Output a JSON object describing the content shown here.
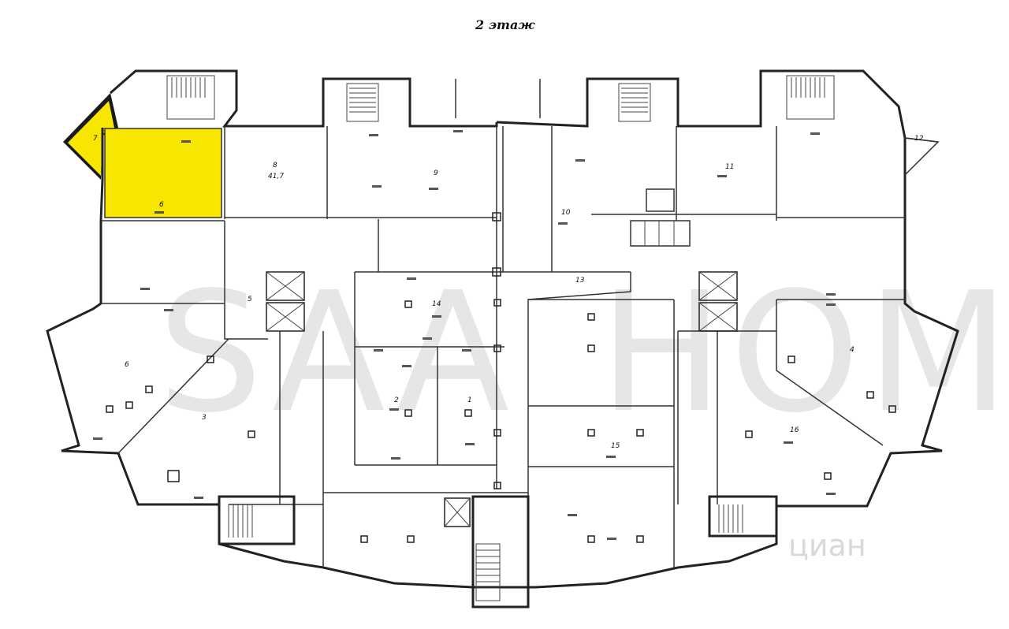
{
  "title": "2 этаж",
  "watermark": {
    "left": "SAA",
    "right": "HOME",
    "corner": "циан"
  },
  "highlight_color": "#f7e600",
  "rooms": [
    {
      "id": "r7",
      "number": "7",
      "area": ""
    },
    {
      "id": "r6top",
      "number": "6",
      "area": ""
    },
    {
      "id": "r8",
      "number": "8",
      "area": "41,7"
    },
    {
      "id": "r9",
      "number": "9",
      "area": ""
    },
    {
      "id": "r10",
      "number": "10",
      "area": ""
    },
    {
      "id": "r11",
      "number": "11",
      "area": ""
    },
    {
      "id": "r12",
      "number": "12",
      "area": ""
    },
    {
      "id": "r5",
      "number": "5",
      "area": ""
    },
    {
      "id": "r6",
      "number": "6",
      "area": ""
    },
    {
      "id": "r3",
      "number": "3",
      "area": ""
    },
    {
      "id": "r14",
      "number": "14",
      "area": ""
    },
    {
      "id": "r2",
      "number": "2",
      "area": ""
    },
    {
      "id": "r1",
      "number": "1",
      "area": ""
    },
    {
      "id": "r13",
      "number": "13",
      "area": ""
    },
    {
      "id": "r4",
      "number": "4",
      "area": ""
    },
    {
      "id": "r15",
      "number": "15",
      "area": ""
    },
    {
      "id": "r16",
      "number": "16",
      "area": ""
    }
  ]
}
